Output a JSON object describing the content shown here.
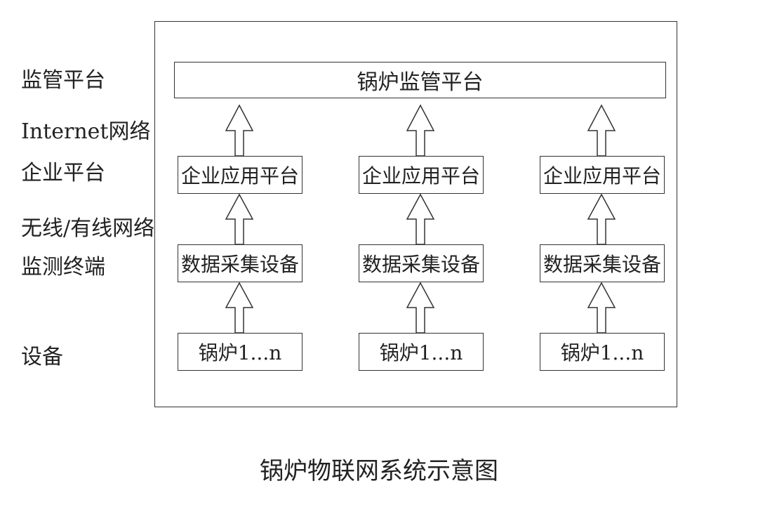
{
  "layers": [
    "监管平台",
    "Internet网络",
    "企业平台",
    "无线/有线网络",
    "监测终端",
    "设备"
  ],
  "platform": "锅炉监管平台",
  "columns": [
    {
      "enterprise": "企业应用平台",
      "collector": "数据采集设备",
      "device": "锅炉1...n"
    },
    {
      "enterprise": "企业应用平台",
      "collector": "数据采集设备",
      "device": "锅炉1...n"
    },
    {
      "enterprise": "企业应用平台",
      "collector": "数据采集设备",
      "device": "锅炉1...n"
    }
  ],
  "caption": "锅炉物联网系统示意图"
}
